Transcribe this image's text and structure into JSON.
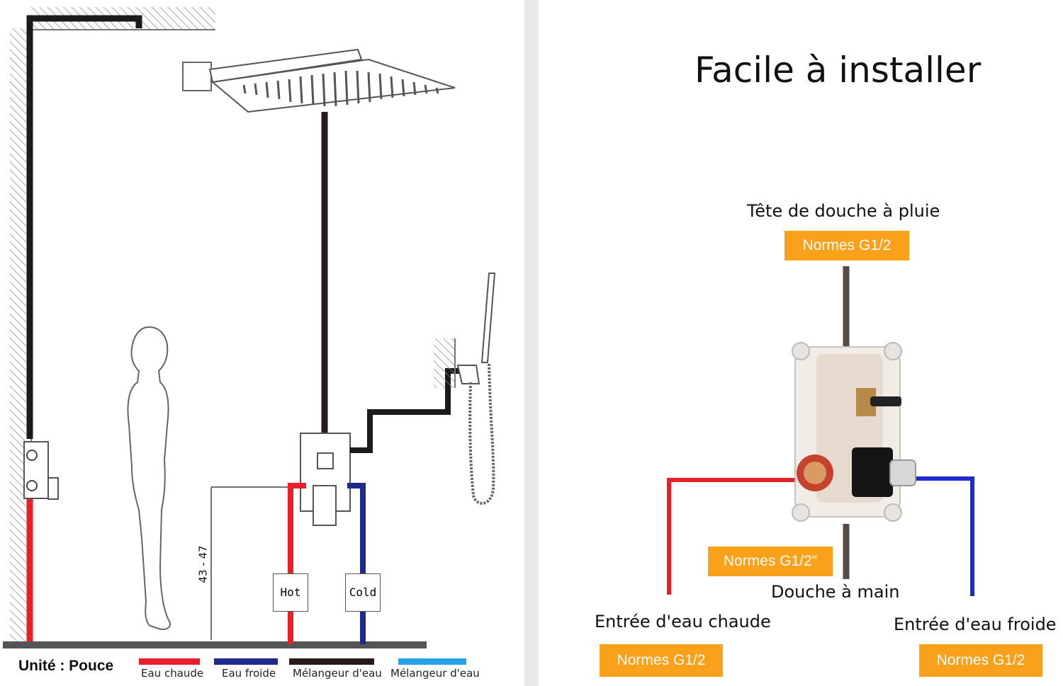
{
  "left_diagram": {
    "unit_label": "Unité : Pouce",
    "height_dimension": "43 - 47",
    "valve_hot": "Hot",
    "valve_cold": "Cold",
    "legend": [
      {
        "label": "Eau chaude",
        "color": "#e8202a"
      },
      {
        "label": "Eau froide",
        "color": "#1f2a8c"
      },
      {
        "label": "Mélangeur d'eau",
        "color": "#2a1a1a"
      },
      {
        "label": "Mélangeur d'eau",
        "color": "#29a3e8"
      }
    ]
  },
  "right_diagram": {
    "title": "Facile à installer",
    "rain_head_label": "Tête de douche à pluie",
    "rain_head_norm": "Normes G1/2",
    "hand_shower_norm": "Normes G1/2\"",
    "hand_shower_label": "Douche à main",
    "hot_inlet_label": "Entrée d'eau chaude",
    "hot_inlet_norm": "Normes G1/2",
    "cold_inlet_label": "Entrée d'eau froide",
    "cold_inlet_norm": "Normes G1/2"
  },
  "colors": {
    "hot": "#e8202a",
    "cold": "#1f2a8c",
    "mix": "#2a1a1a",
    "badge": "#f9a11b"
  }
}
